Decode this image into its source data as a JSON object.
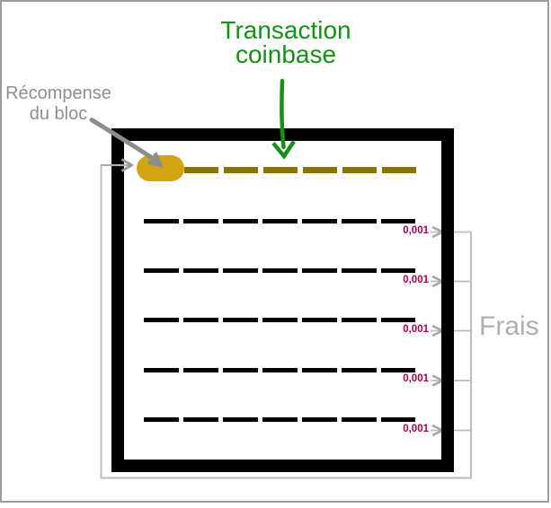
{
  "diagram": {
    "title_label": {
      "line1": "Transaction",
      "line2": "coinbase"
    },
    "reward_label": {
      "line1": "Récompense",
      "line2": "du bloc"
    },
    "fees_label": "Frais",
    "fee_values": [
      "0,001",
      "0,001",
      "0,001",
      "0,001",
      "0,001"
    ],
    "colors": {
      "coinbase_green": "#169116",
      "reward_gold": "#D2A513",
      "coinbase_dash_olive": "#8A7503",
      "fee_crimson": "#AA0155",
      "reward_label_gray": "#8F8F8F",
      "frais_label_gray": "#AFAFAF",
      "bracket_gray": "#BDBDBD",
      "arrow_gray": "#8C8C8C",
      "block_border_black": "#000000",
      "frame_gray": "#9C9C9C"
    }
  }
}
